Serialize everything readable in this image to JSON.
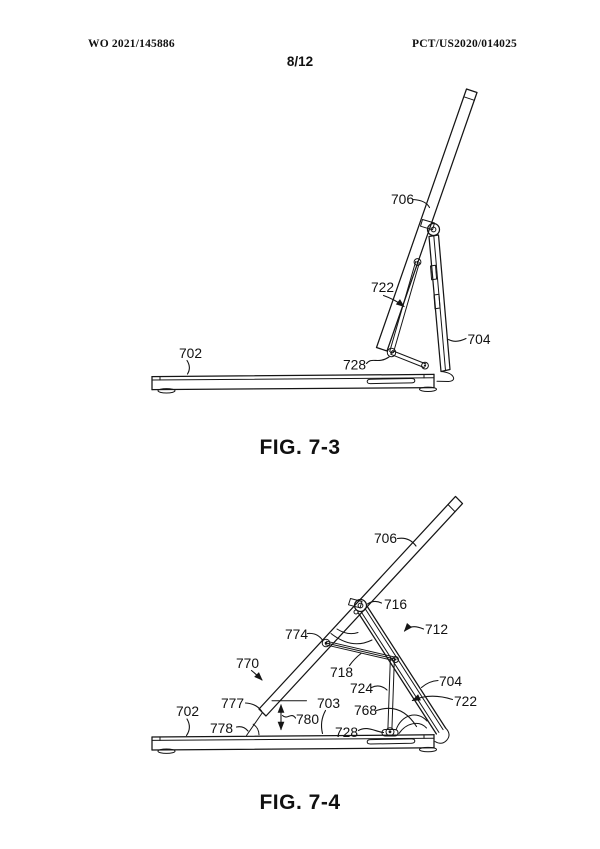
{
  "page": {
    "header_left": "WO 2021/145886",
    "header_right": "PCT/US2020/014025",
    "page_number": "8/12"
  },
  "figures": [
    {
      "caption": "FIG. 7-3",
      "labels": {
        "702": "702",
        "704": "704",
        "706": "706",
        "722": "722",
        "728": "728"
      }
    },
    {
      "caption": "FIG. 7-4",
      "labels": {
        "702": "702",
        "703": "703",
        "704": "704",
        "706": "706",
        "712": "712",
        "716": "716",
        "718": "718",
        "722": "722",
        "724": "724",
        "728": "728",
        "768": "768",
        "770": "770",
        "774": "774",
        "777": "777",
        "778": "778",
        "780": "780"
      }
    }
  ]
}
